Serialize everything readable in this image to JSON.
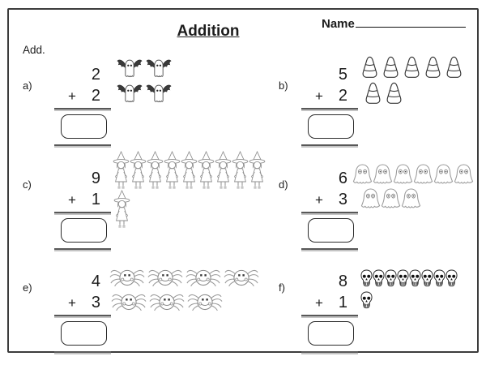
{
  "header": {
    "title": "Addition",
    "name_label": "Name",
    "instruction": "Add."
  },
  "symbols": {
    "plus": "+"
  },
  "problems": [
    {
      "label": "a)",
      "top_addend": "2",
      "bottom_addend": "2",
      "icon": "bat-ghost",
      "top_count": 2,
      "bottom_count": 2
    },
    {
      "label": "b)",
      "top_addend": "5",
      "bottom_addend": "2",
      "icon": "candy-corn",
      "top_count": 5,
      "bottom_count": 2
    },
    {
      "label": "c)",
      "top_addend": "9",
      "bottom_addend": "1",
      "icon": "witch",
      "top_count": 9,
      "bottom_count": 1
    },
    {
      "label": "d)",
      "top_addend": "6",
      "bottom_addend": "3",
      "icon": "ghost",
      "top_count": 6,
      "bottom_count": 3
    },
    {
      "label": "e)",
      "top_addend": "4",
      "bottom_addend": "3",
      "icon": "spider",
      "top_count": 4,
      "bottom_count": 3
    },
    {
      "label": "f)",
      "top_addend": "8",
      "bottom_addend": "1",
      "icon": "skull",
      "top_count": 8,
      "bottom_count": 1
    }
  ],
  "colors": {
    "ink": "#1c1c1c",
    "page_border": "#3c3c3c",
    "icon_outline_gray": "#999999",
    "wing_dark": "#3a3a3a",
    "line_shadow": "#c4c4c4"
  }
}
